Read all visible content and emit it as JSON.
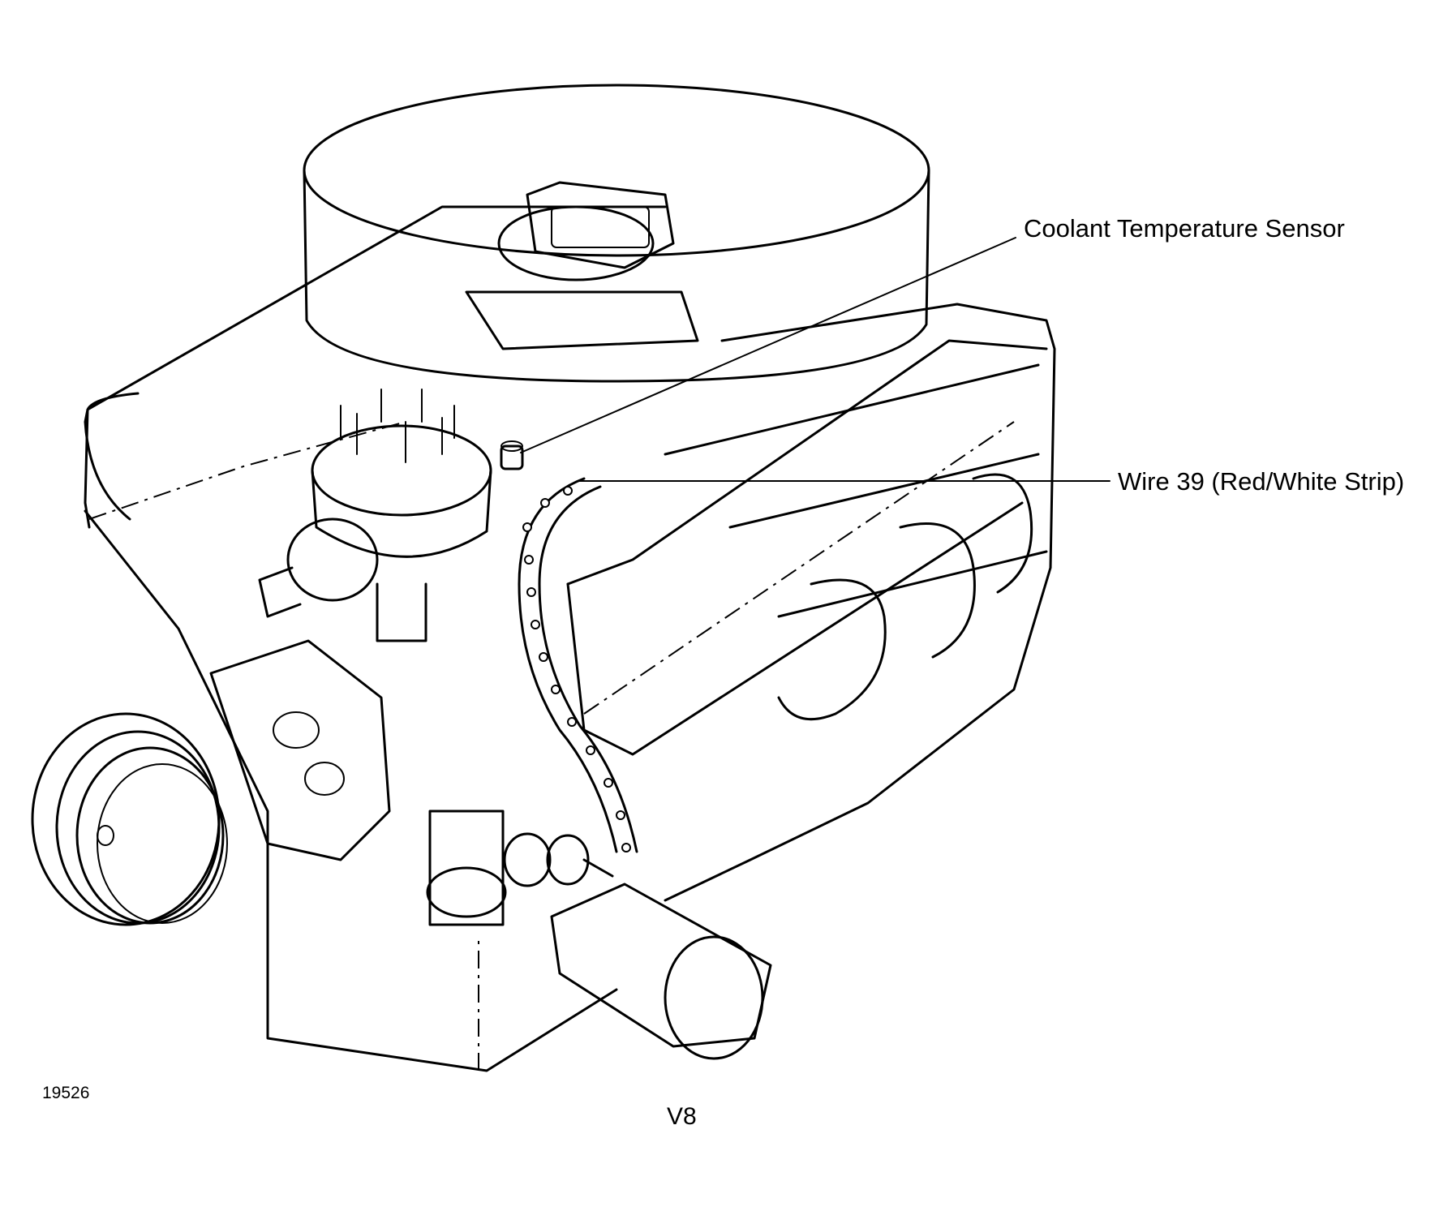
{
  "callouts": {
    "coolant_sensor": "Coolant Temperature Sensor",
    "wire_39": "Wire 39 (Red/White Strip)"
  },
  "figure_number": "19526",
  "caption": "V8",
  "colors": {
    "ink": "#000000",
    "paper": "#ffffff"
  }
}
